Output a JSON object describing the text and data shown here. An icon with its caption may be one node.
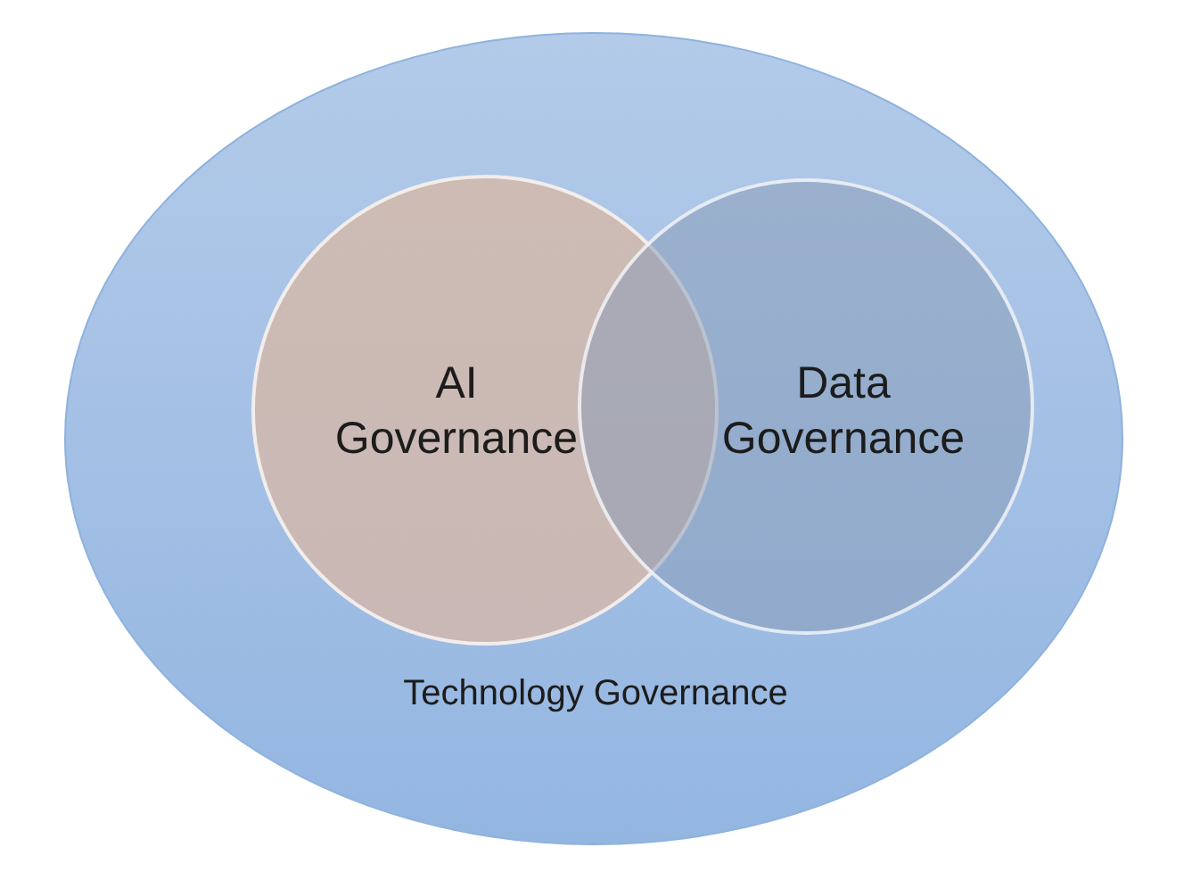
{
  "diagram": {
    "nodes": [
      {
        "text": [
          "Technology Governance"
        ]
      },
      {
        "text": [
          "AI Governance"
        ],
        "in": 0
      },
      {
        "text": [
          "Data Governance"
        ],
        "in": 0
      }
    ]
  }
}
